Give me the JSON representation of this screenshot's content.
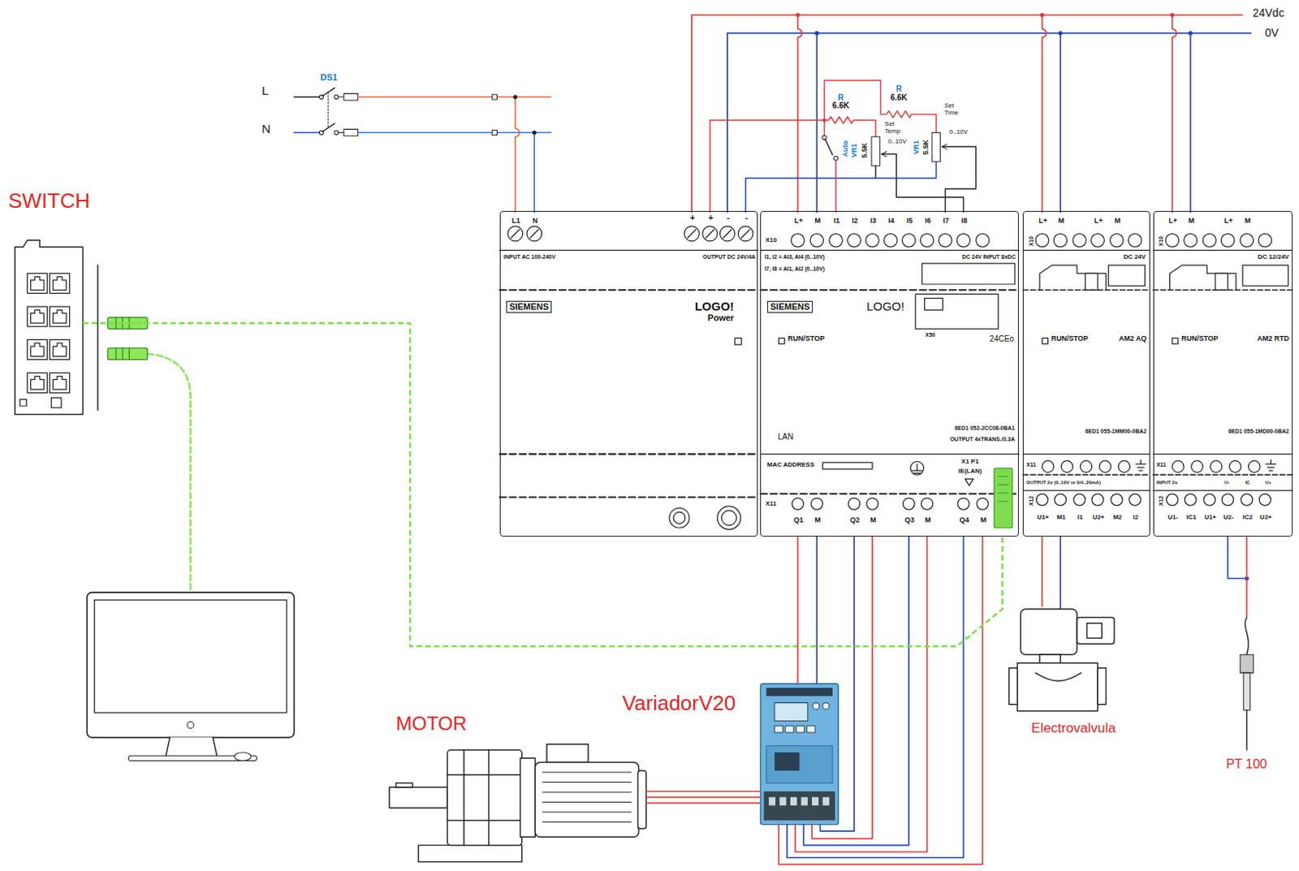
{
  "diagram": {
    "nodes": [
      {
        "text": [
          "SWITCH"
        ]
      },
      {
        "text": [
          "L1",
          "N",
          "+",
          "+",
          "-",
          "-",
          "INPUT AC 100-240V",
          "OUTPUT DC 24V/4A",
          "SIEMENS",
          "LOGO!",
          "Power"
        ]
      },
      {
        "text": [
          "L+",
          "M",
          "I1",
          "I2",
          "I3",
          "I4",
          "I5",
          "I6",
          "I7",
          "I8",
          "X10",
          "I1, I2 = AI3, AI4 (0..10V)",
          "I7, I8 = AI1, AI2 (0..10V)",
          "DC 24V INPUT 8xDC",
          "SIEMENS",
          "LOGO!",
          "X50",
          "RUN/STOP",
          "24CEo",
          "LAN",
          "6ED1 052-2CC08-0BA1",
          "OUTPUT 4xTRANS./0.3A",
          "MAC ADDRESS",
          "X1 P1",
          "IE(LAN)",
          "X11",
          "Q1",
          "M",
          "Q2",
          "M",
          "Q3",
          "M",
          "Q4",
          "M"
        ]
      },
      {
        "text": [
          "X10",
          "L+",
          "M",
          "L+",
          "M",
          "DC 24V",
          "RUN/STOP",
          "AM2 AQ",
          "6ED1 055-1MM00-0BA2",
          "X11",
          "OUTPUT 2x (0..10V or 0/4..20mA)",
          "X12",
          "U1+",
          "M1",
          "I1",
          "U2+",
          "M2",
          "I2"
        ]
      },
      {
        "text": [
          "X10",
          "L+",
          "M",
          "L+",
          "M",
          "DC 12/24V",
          "RUN/STOP",
          "AM2 RTD",
          "6ED1 055-1MD00-0BA2",
          "X11",
          "INPUT 2x",
          "U-",
          "IC",
          "U+",
          "X12",
          "U1-",
          "IC1",
          "U1+",
          "U2-",
          "IC2",
          "U2+"
        ]
      },
      {
        "text": [
          "VariadorV20"
        ]
      },
      {
        "text": [
          "MOTOR"
        ]
      },
      {
        "text": [
          "Electrovalvula"
        ]
      },
      {
        "text": [
          "PT 100"
        ]
      }
    ],
    "edges": [
      {
        "from": 0,
        "to": 2,
        "arrow": "none"
      },
      {
        "from": 2,
        "to": 5,
        "arrow": "none"
      },
      {
        "from": 5,
        "to": 6,
        "arrow": "none"
      },
      {
        "from": 3,
        "to": 7,
        "arrow": "none"
      },
      {
        "from": 4,
        "to": 8,
        "arrow": "none"
      }
    ],
    "labels": [
      "24Vdc",
      "0V",
      "L",
      "N",
      "DS1",
      "R",
      "6.6K",
      "Set Temp",
      "VR1",
      "5.5K",
      "0..10V",
      "R",
      "6.6K",
      "Set Time",
      "VR1",
      "5.5K",
      "0..10V",
      "Auto"
    ]
  }
}
